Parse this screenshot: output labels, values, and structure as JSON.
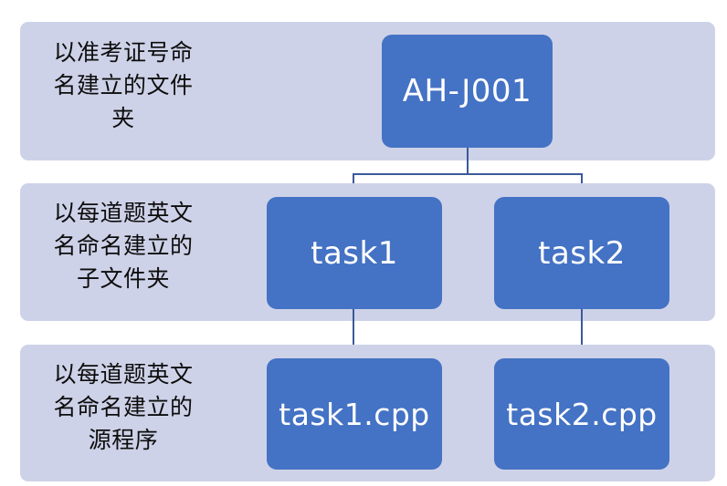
{
  "diagram": {
    "title": "folder-structure-tree",
    "colors": {
      "panel_background": "#CED2E8",
      "node_fill": "#4472C4",
      "node_text": "#FFFFFF",
      "connector": "#3B5A98",
      "label_text": "#0D0D0D",
      "page_background": "#FFFFFF"
    },
    "rows": [
      {
        "label": "以准考证号命\n名建立的文件\n夹",
        "nodes": [
          "AH-J001"
        ]
      },
      {
        "label": "以每道题英文\n名命名建立的\n子文件夹",
        "nodes": [
          "task1",
          "task2"
        ]
      },
      {
        "label": "以每道题英文\n名命名建立的\n源程序",
        "nodes": [
          "task1.cpp",
          "task2.cpp"
        ]
      }
    ],
    "nodes": {
      "root": "AH-J001",
      "task1": "task1",
      "task2": "task2",
      "task1_cpp": "task1.cpp",
      "task2_cpp": "task2.cpp"
    },
    "bottom_caption": ""
  }
}
